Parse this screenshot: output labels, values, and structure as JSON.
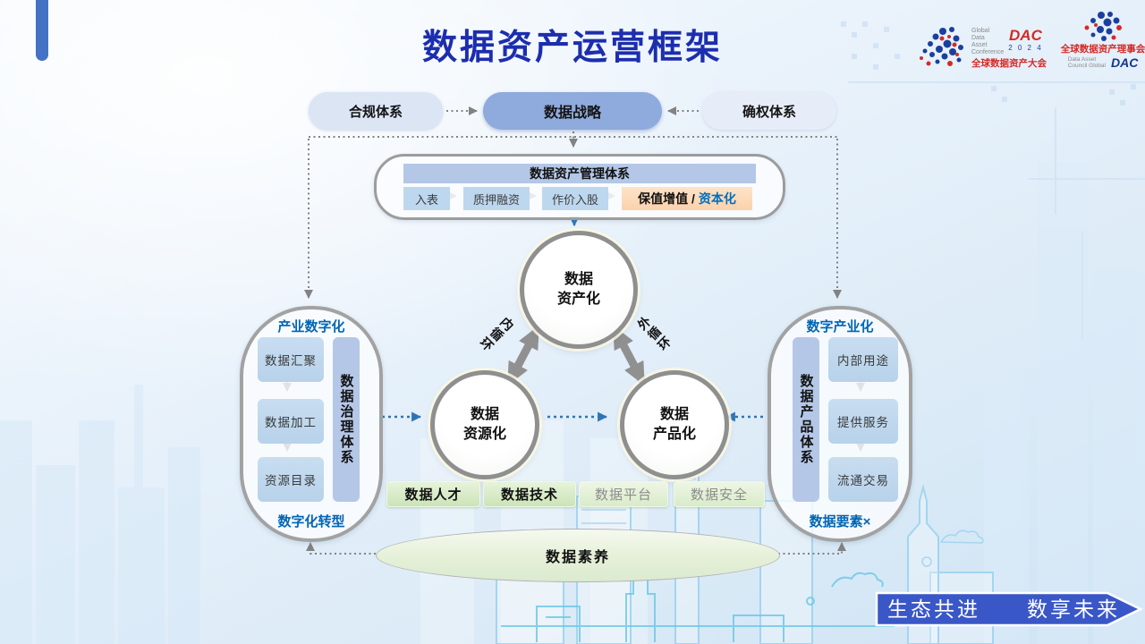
{
  "title": "数据资产运营框架",
  "header_logos": {
    "conference": {
      "en_line1": "Global",
      "en_line2": "Data",
      "en_line3": "Asset",
      "en_line4": "Conference",
      "dac": "DAC",
      "year": "2 0 2 4",
      "cn": "全球数据资产大会"
    },
    "council": {
      "cn": "全球数据资产理事会",
      "en_line1": "Data Asset",
      "en_line2": "Council Global",
      "dac": "DAC"
    }
  },
  "top_row": {
    "left_pill": "合规体系",
    "center_pill": "数据战略",
    "right_pill": "确权体系"
  },
  "management_box": {
    "header": "数据资产管理体系",
    "steps": [
      "入表",
      "质押融资",
      "作价入股"
    ],
    "highlight_black": "保值增值 /",
    "highlight_blue": "资本化"
  },
  "circles": {
    "top": [
      "数据",
      "资产化"
    ],
    "left": [
      "数据",
      "资源化"
    ],
    "right": [
      "数据",
      "产品化"
    ]
  },
  "cycle_labels": {
    "inner": "内循环",
    "outer": "外循环"
  },
  "left_panel": {
    "title": "产业数字化",
    "items": [
      "数据汇聚",
      "数据加工",
      "资源目录"
    ],
    "side_bar": "数据治理体系",
    "footer": "数字化转型"
  },
  "right_panel": {
    "title": "数字产业化",
    "items": [
      "内部用途",
      "提供服务",
      "流通交易"
    ],
    "side_bar": "数据产品体系",
    "footer": "数据要素×"
  },
  "foundation_boxes": [
    {
      "label": "数据人才",
      "emphasized": true
    },
    {
      "label": "数据技术",
      "emphasized": true
    },
    {
      "label": "数据平台",
      "emphasized": false
    },
    {
      "label": "数据安全",
      "emphasized": false
    }
  ],
  "literacy_ellipse": "数据素养",
  "footer_banner": "生态共进　　数享未来",
  "colors": {
    "title_blue": "#1c2eae",
    "accent_bar_blue": "#4472c4",
    "active_pill_blue": "#8faadc",
    "light_pill_blue": "#dbe5f3",
    "header_bar_blue": "#b4c7e7",
    "step_box_blue": "#bdd7ee",
    "highlight_orange": "#fbd2ac",
    "link_blue": "#0070c0",
    "panel_label_blue": "#0065b3",
    "green_box_fill": "#cbe4b8",
    "banner_blue": "#3a57c8",
    "connector_gray": "#828282",
    "connector_blue": "#2e75b6",
    "thick_arrow_gray": "#909090",
    "logo_red": "#d42a26",
    "logo_blue": "#15358e"
  }
}
